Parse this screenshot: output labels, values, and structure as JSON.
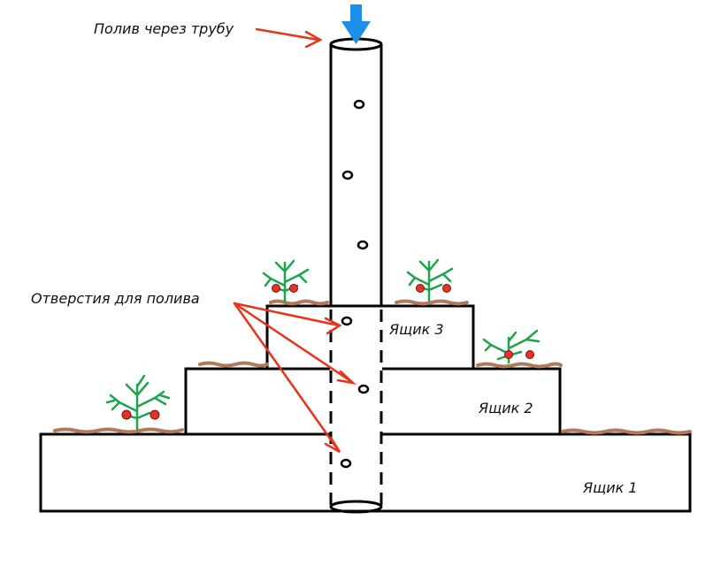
{
  "labels": {
    "watering_via_pipe": "Полив через трубу",
    "watering_holes": "Отверстия для полива",
    "box_1": "Ящик 1",
    "box_2": "Ящик 2",
    "box_3": "Ящик 3"
  },
  "colors": {
    "outline": "#000000",
    "annotation_arrow": "#e8331c",
    "water_arrow": "#1e8fe8",
    "soil": "#b07a5a",
    "plant": "#1ea44a",
    "tomato": "#e33524"
  },
  "icons": {
    "water_inlet": "arrow-down-icon",
    "plant": "tomato-plant-icon"
  }
}
